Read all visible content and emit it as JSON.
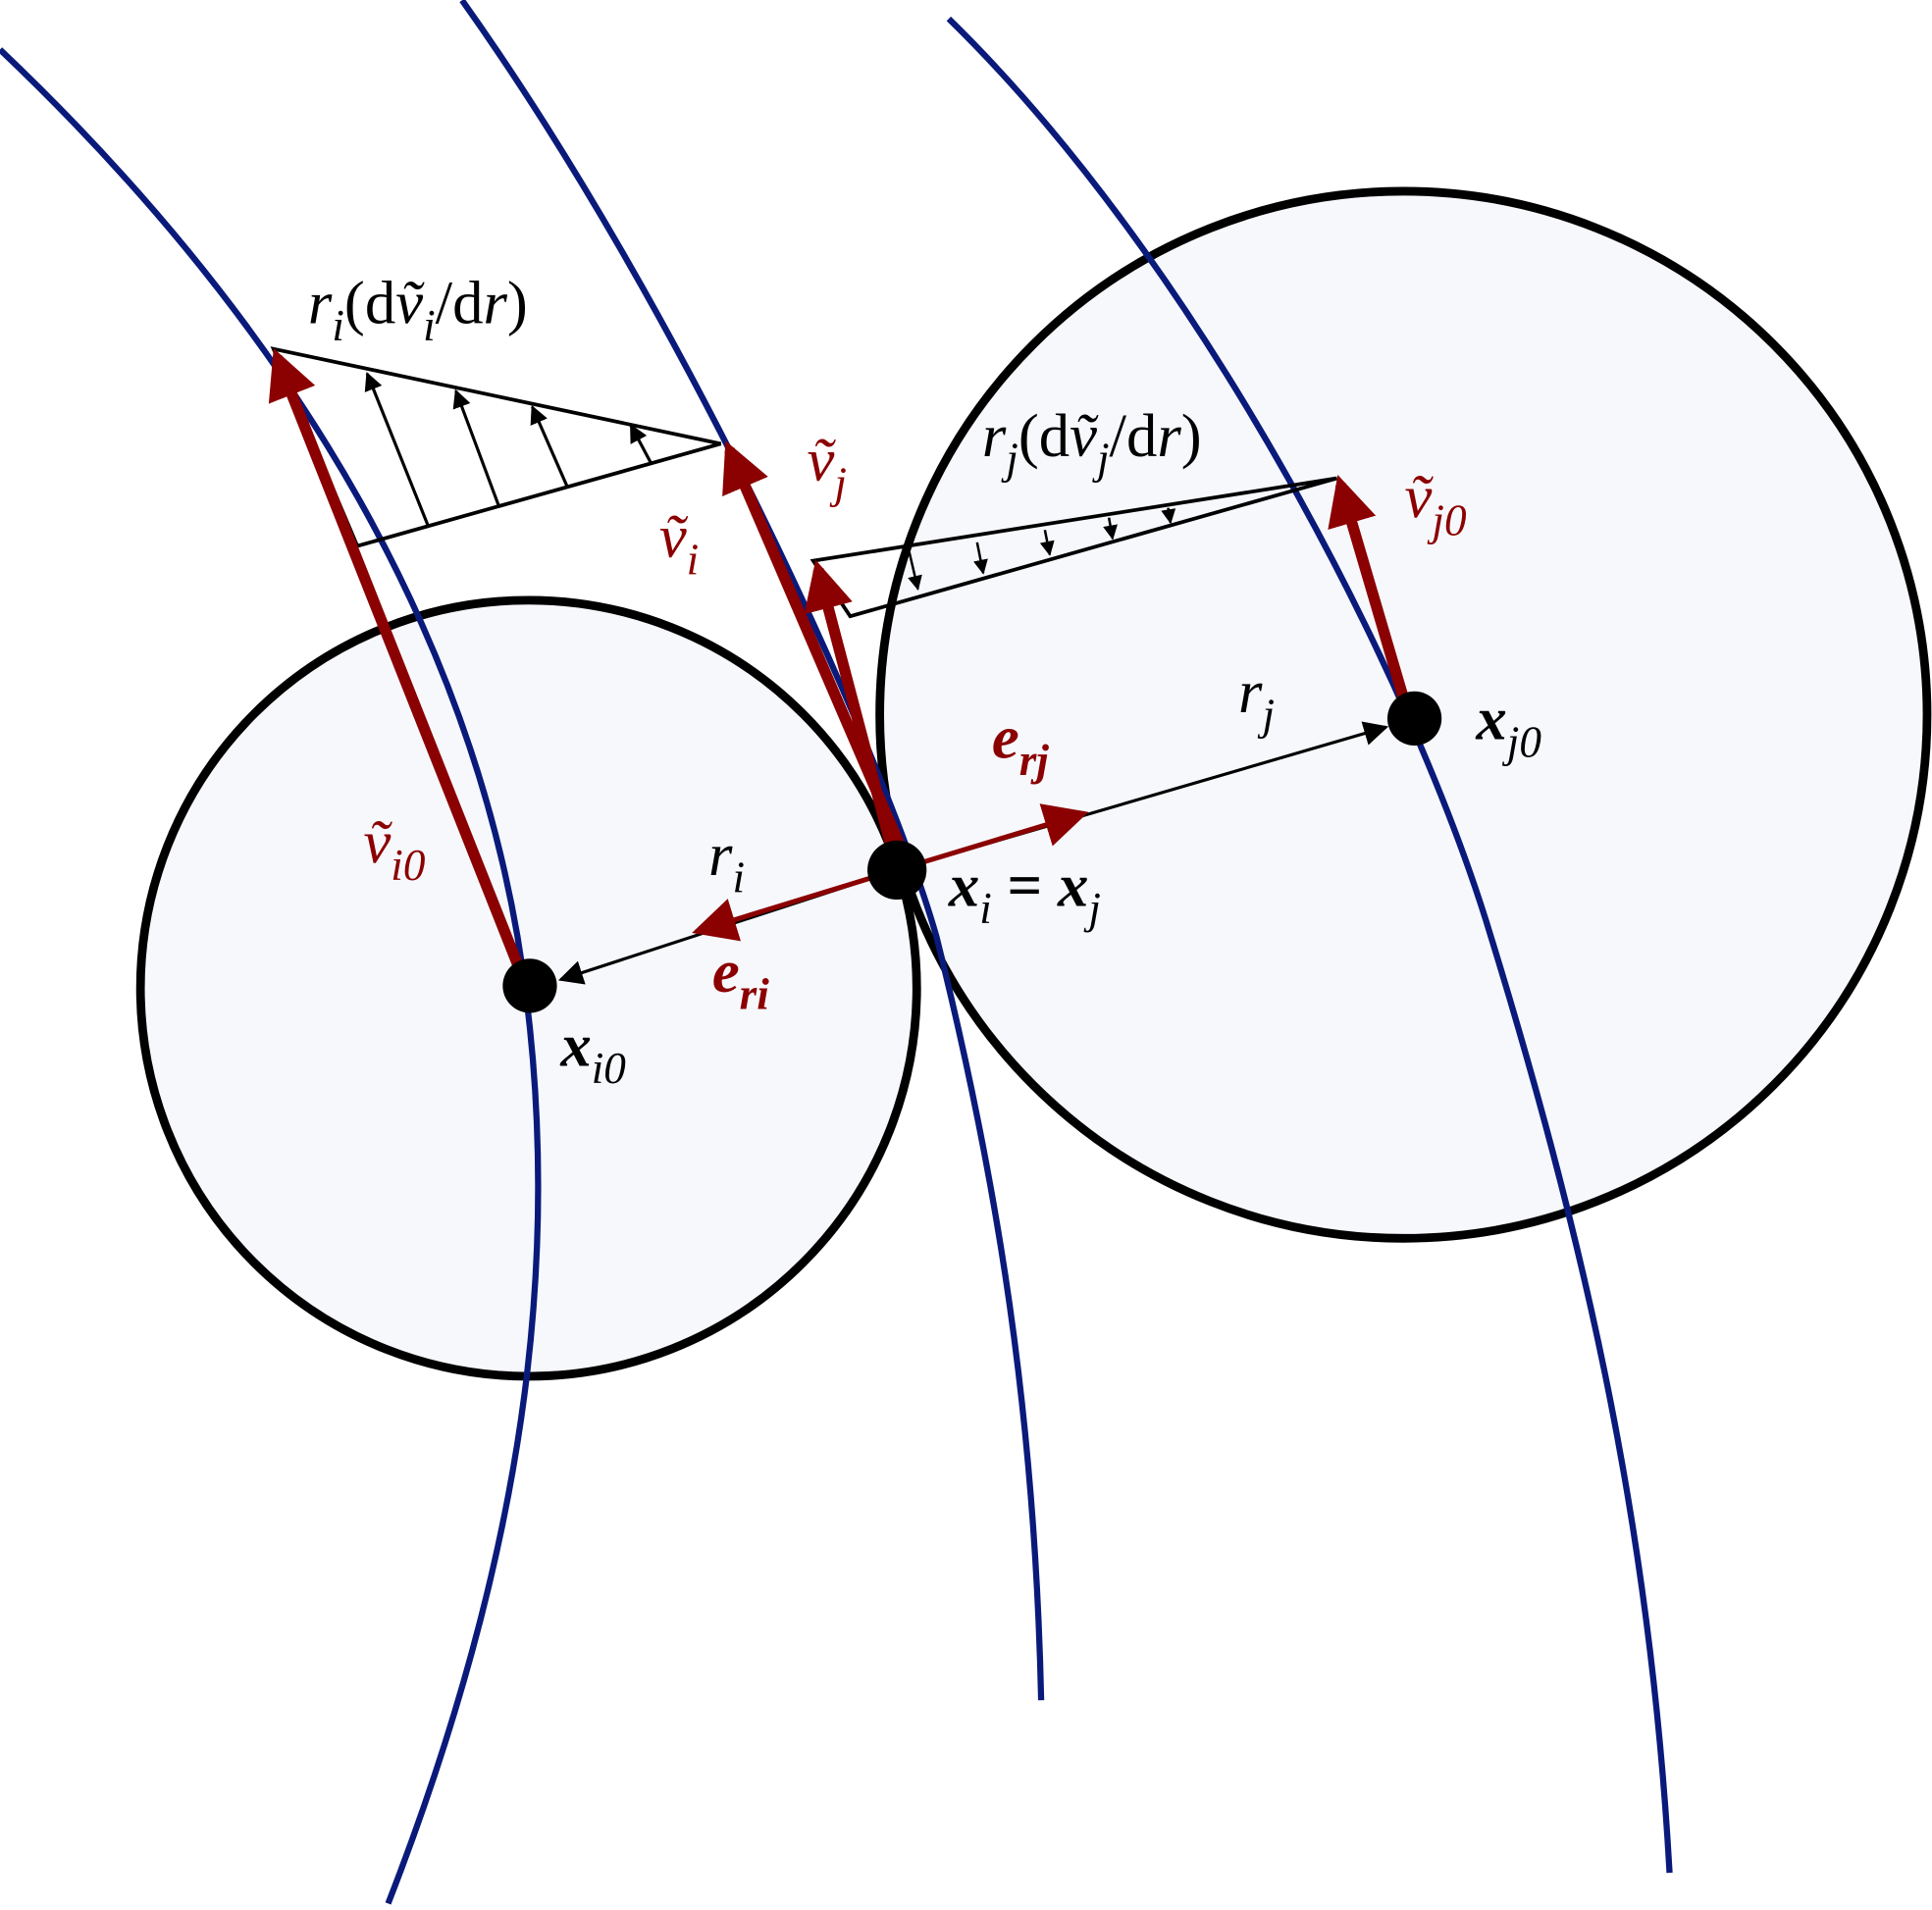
{
  "colors": {
    "curve": "#0a1a7a",
    "vector": "#8b0000",
    "outline": "#000000",
    "fill": "#f7f8fc"
  },
  "labels": {
    "ri_dvi": {
      "r": "r",
      "rsub": "i",
      "open": "(d",
      "v": "ṽ",
      "vsub": "i",
      "close": "/d",
      "r2": "r",
      ")": ")"
    },
    "rj_dvj": {
      "r": "r",
      "rsub": "j",
      "open": "(d",
      "v": "ṽ",
      "vsub": "j",
      "close": "/d",
      "r2": "r",
      ")": ")"
    },
    "vi": {
      "v": "ṽ",
      "sub": "i"
    },
    "vj": {
      "v": "ṽ",
      "sub": "j"
    },
    "vi0": {
      "v": "ṽ",
      "sub": "i0"
    },
    "vj0": {
      "v": "ṽ",
      "sub": "j0"
    },
    "ri": {
      "r": "r",
      "sub": "i"
    },
    "rj": {
      "r": "r",
      "sub": "j"
    },
    "eri": {
      "e": "e",
      "sub": "ri"
    },
    "erj": {
      "e": "e",
      "sub": "rj"
    },
    "xi0": {
      "x": "x",
      "sub": "i0"
    },
    "xj0": {
      "x": "x",
      "sub": "j0"
    },
    "contact": {
      "x1": "x",
      "sub1": "i",
      "eq": " = ",
      "x2": "x",
      "sub2": "j"
    }
  }
}
